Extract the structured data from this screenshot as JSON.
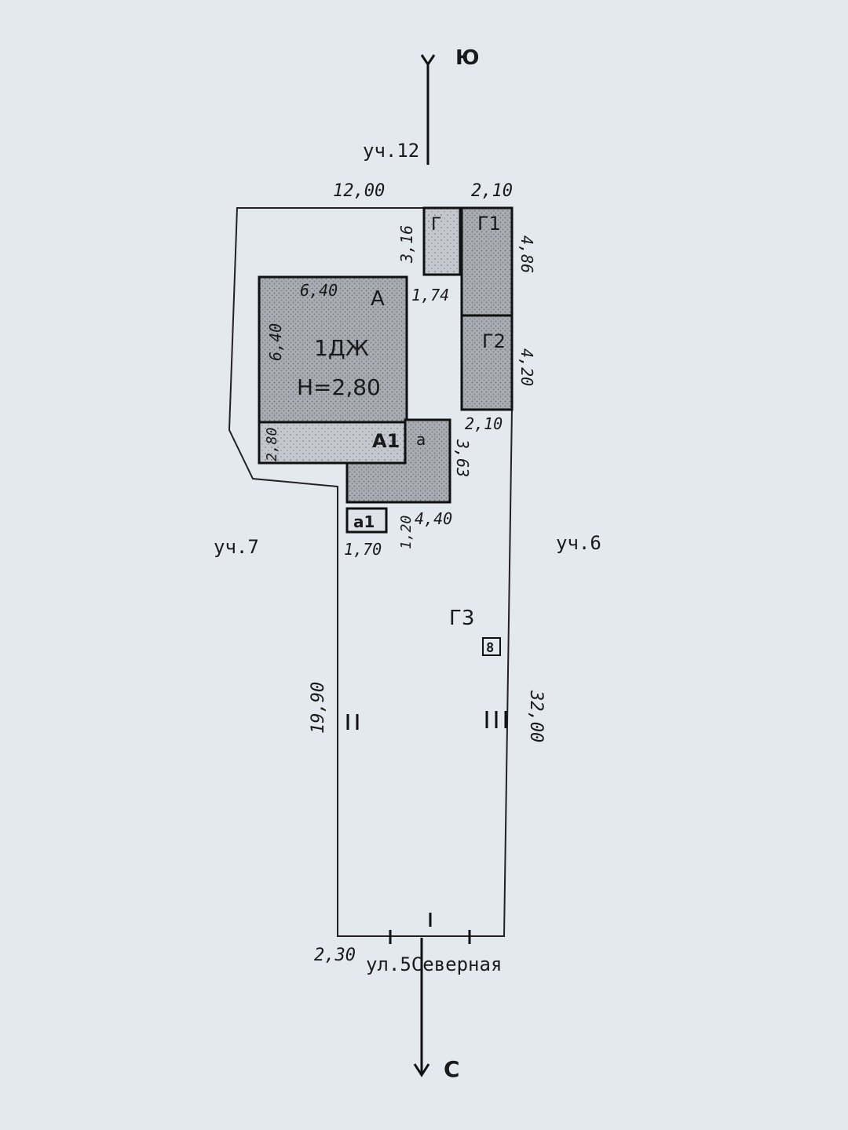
{
  "compass": {
    "south": "Ю",
    "north": "С"
  },
  "neighbors": {
    "top": "уч.12",
    "left": "уч.7",
    "right": "уч.6"
  },
  "street": "ул.5Северная",
  "buildings": {
    "main": {
      "code": "1ДЖ",
      "height": "H=2,80",
      "letter": "А"
    },
    "annex_a1": "А1",
    "annex_a": "а",
    "annex_a1_small": "а1",
    "g": "Г",
    "g1": "Г1",
    "g2": "Г2",
    "g3": "Г3",
    "well_symbol": "8"
  },
  "dimensions": {
    "top_left": "12,00",
    "top_right": "2,10",
    "g_height": "3,16",
    "g_width": "1,74",
    "g1_height": "4,86",
    "g2_height": "4,20",
    "g2_bottom": "2,10",
    "a_top": "6,40",
    "a_left": "6,40",
    "a1_height": "2,80",
    "a_height": "3,63",
    "a_width": "4,40",
    "a1s_height": "1,20",
    "a1s_width": "1,70",
    "left_side": "19,90",
    "right_side": "32,00",
    "bottom_left": "2,30"
  },
  "fence_marks": {
    "left": "II",
    "right": "III",
    "bottom": "I"
  }
}
